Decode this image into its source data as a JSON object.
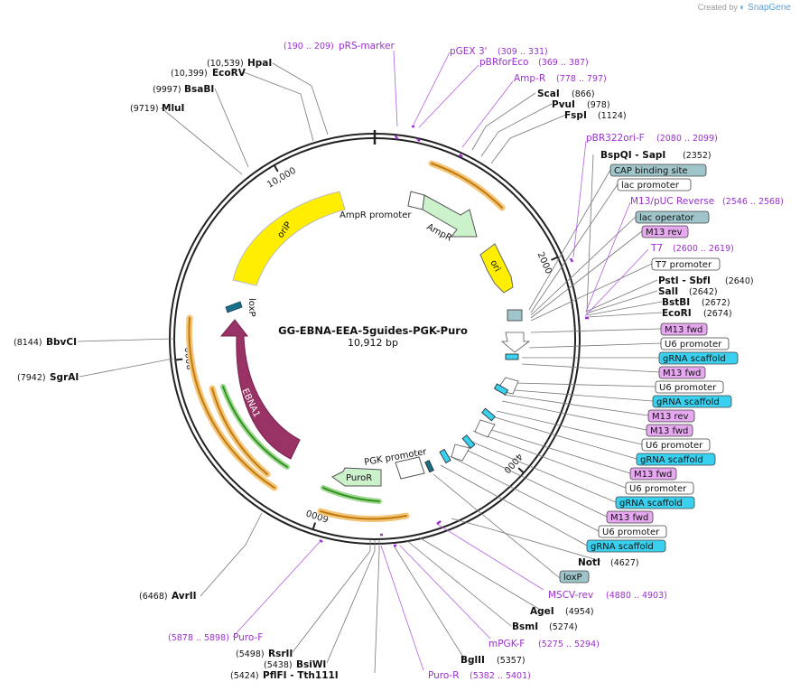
{
  "watermark": {
    "prefix": "Created by",
    "brand": "SnapGene"
  },
  "plasmid": {
    "name": "GG-EBNA-EEA-5guides-PGK-Puro",
    "length_label": "10,912 bp",
    "length": 10912
  },
  "ticks": [
    {
      "pos": 2000,
      "label": "2000"
    },
    {
      "pos": 4000,
      "label": "4000"
    },
    {
      "pos": 6000,
      "label": "6000"
    },
    {
      "pos": 8000,
      "label": "8000"
    },
    {
      "pos": 10000,
      "label": "10,000"
    }
  ],
  "sites": [
    {
      "name": "HpaI",
      "pos": "(10,539)",
      "bp": 10539
    },
    {
      "name": "EcoRV",
      "pos": "(10,399)",
      "bp": 10399
    },
    {
      "name": "BsaBI",
      "pos": "(9997)",
      "bp": 9997
    },
    {
      "name": "MluI",
      "pos": "(9719)",
      "bp": 9719
    },
    {
      "name": "ScaI",
      "pos": "(866)",
      "bp": 866
    },
    {
      "name": "PvuI",
      "pos": "(978)",
      "bp": 978
    },
    {
      "name": "FspI",
      "pos": "(1124)",
      "bp": 1124
    },
    {
      "name": "BspQI  - SapI",
      "pos": "(2352)",
      "bp": 2352
    },
    {
      "name": "PstI  - SbfI",
      "pos": "(2640)",
      "bp": 2640
    },
    {
      "name": "SalI",
      "pos": "(2642)",
      "bp": 2642
    },
    {
      "name": "BstBI",
      "pos": "(2672)",
      "bp": 2672
    },
    {
      "name": "EcoRI",
      "pos": "(2674)",
      "bp": 2674
    },
    {
      "name": "NotI",
      "pos": "(4627)",
      "bp": 4627
    },
    {
      "name": "AgeI",
      "pos": "(4954)",
      "bp": 4954
    },
    {
      "name": "BsmI",
      "pos": "(5274)",
      "bp": 5274
    },
    {
      "name": "BglII",
      "pos": "(5357)",
      "bp": 5357
    },
    {
      "name": "RsrII",
      "pos": "(5498)",
      "bp": 5498
    },
    {
      "name": "BsiWI",
      "pos": "(5438)",
      "bp": 5438
    },
    {
      "name": "PflFI  - Tth111I",
      "pos": "(5424)",
      "bp": 5424
    },
    {
      "name": "AvrII",
      "pos": "(6468)",
      "bp": 6468
    },
    {
      "name": "SgrAI",
      "pos": "(7942)",
      "bp": 7942
    },
    {
      "name": "BbvCI",
      "pos": "(8144)",
      "bp": 8144
    }
  ],
  "primers": [
    {
      "name": "pRS-marker",
      "pos": "(190 .. 209)"
    },
    {
      "name": "pGEX 3'",
      "pos": "(309 .. 331)"
    },
    {
      "name": "pBRforEco",
      "pos": "(369 .. 387)"
    },
    {
      "name": "Amp-R",
      "pos": "(778 .. 797)"
    },
    {
      "name": "pBR322ori-F",
      "pos": "(2080 .. 2099)"
    },
    {
      "name": "M13/pUC Reverse",
      "pos": "(2546 .. 2568)"
    },
    {
      "name": "T7",
      "pos": "(2600 .. 2619)"
    },
    {
      "name": "MSCV-rev",
      "pos": "(4880 .. 4903)"
    },
    {
      "name": "mPGK-F",
      "pos": "(5275 .. 5294)"
    },
    {
      "name": "Puro-R",
      "pos": "(5382 .. 5401)"
    },
    {
      "name": "Puro-F",
      "pos": "(5878 .. 5898)"
    }
  ],
  "boxes": [
    {
      "text": "CAP binding site",
      "kind": "protein-bind"
    },
    {
      "text": "lac promoter",
      "kind": "promoter"
    },
    {
      "text": "lac operator",
      "kind": "protein-bind"
    },
    {
      "text": "M13 rev",
      "kind": "primer-bind"
    },
    {
      "text": "T7 promoter",
      "kind": "promoter"
    },
    {
      "text": "M13 fwd",
      "kind": "primer-bind"
    },
    {
      "text": "U6 promoter",
      "kind": "promoter"
    },
    {
      "text": "gRNA scaffold",
      "kind": "misc-rna"
    },
    {
      "text": "M13 fwd",
      "kind": "primer-bind"
    },
    {
      "text": "U6 promoter",
      "kind": "promoter"
    },
    {
      "text": "gRNA scaffold",
      "kind": "misc-rna"
    },
    {
      "text": "M13 rev",
      "kind": "primer-bind"
    },
    {
      "text": "M13 fwd",
      "kind": "primer-bind"
    },
    {
      "text": "U6 promoter",
      "kind": "promoter"
    },
    {
      "text": "gRNA scaffold",
      "kind": "misc-rna"
    },
    {
      "text": "M13 fwd",
      "kind": "primer-bind"
    },
    {
      "text": "U6 promoter",
      "kind": "promoter"
    },
    {
      "text": "gRNA scaffold",
      "kind": "misc-rna"
    },
    {
      "text": "M13 fwd",
      "kind": "primer-bind"
    },
    {
      "text": "U6 promoter",
      "kind": "promoter"
    },
    {
      "text": "gRNA scaffold",
      "kind": "misc-rna"
    },
    {
      "text": "loxP",
      "kind": "protein-bind"
    }
  ],
  "features": [
    {
      "name": "AmpR promoter",
      "color": "#ffffff"
    },
    {
      "name": "AmpR",
      "color": "#ccf2cc"
    },
    {
      "name": "ori",
      "color": "#ffee00"
    },
    {
      "name": "PGK promoter",
      "color": "#ffffff"
    },
    {
      "name": "PuroR",
      "color": "#ccf2cc"
    },
    {
      "name": "EBNA1",
      "color": "#993366"
    },
    {
      "name": "oriP",
      "color": "#ffee00"
    },
    {
      "name": "loxP",
      "color": "#1a6f8a"
    }
  ],
  "colors": {
    "primer": "#9b2fd0",
    "promoter_fill": "#ffffff",
    "protein_bind_fill": "#9fc4c9",
    "primer_bind_fill": "#e6a8ef",
    "misc_rna_fill": "#39d1ef",
    "orf_arc": "#f0a020",
    "orf_arc_green": "#3aa520"
  }
}
